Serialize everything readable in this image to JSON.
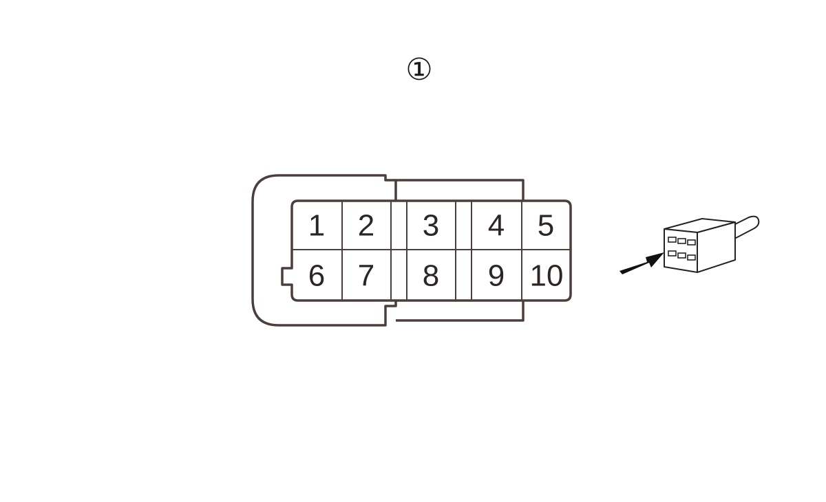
{
  "diagram": {
    "title": "①",
    "connector": {
      "pins_top_row": [
        "1",
        "2",
        "3",
        "4",
        "5"
      ],
      "pins_bottom_row": [
        "6",
        "7",
        "8",
        "9",
        "10"
      ]
    },
    "view_icon": {
      "icon": "connector-front-view-icon",
      "arrow": "arrow-icon"
    }
  }
}
